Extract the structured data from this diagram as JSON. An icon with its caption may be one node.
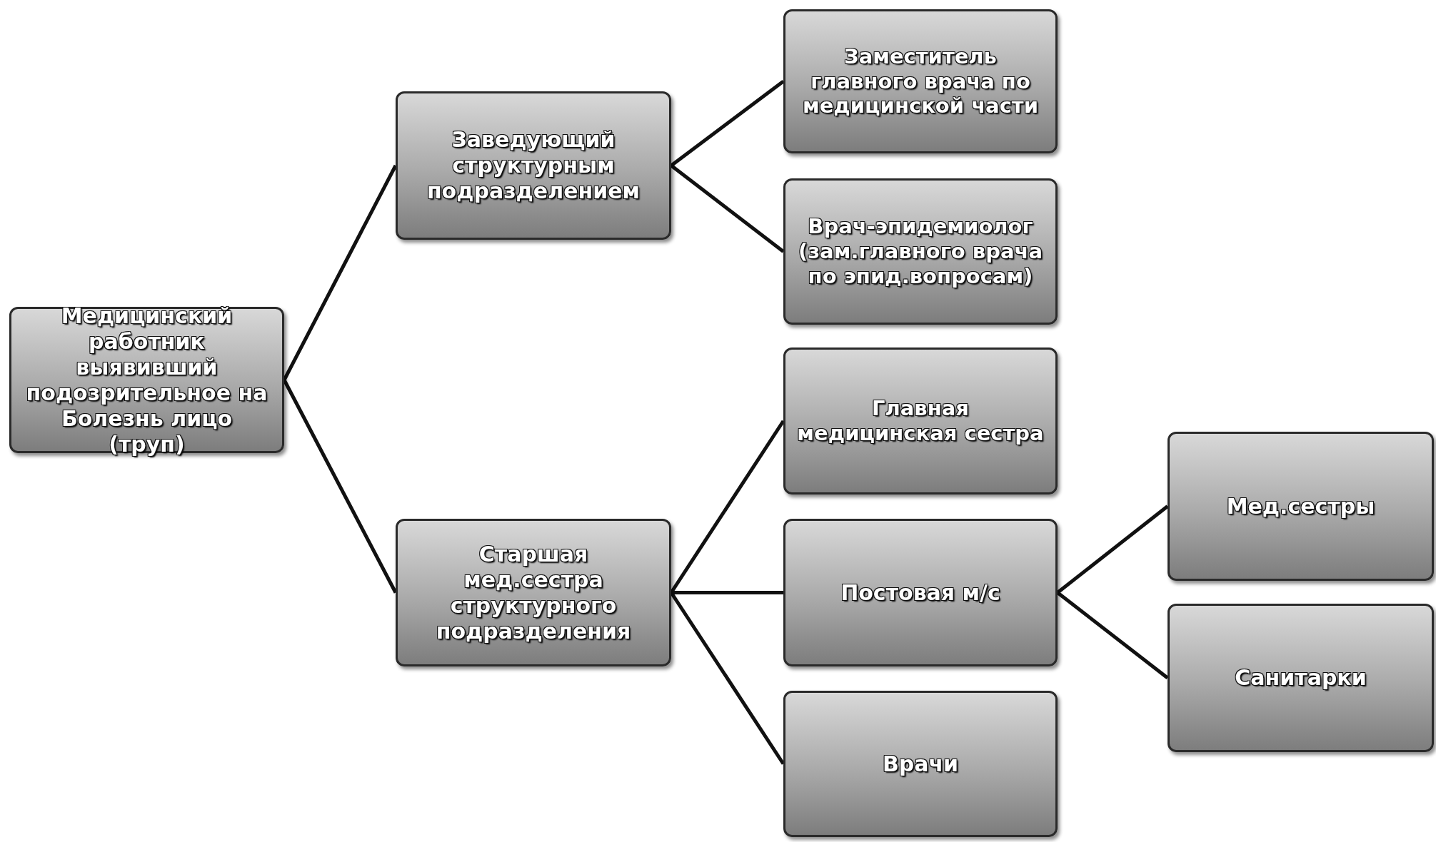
{
  "diagram": {
    "nodes": [
      {
        "text": [
          "Медицинский работник выявивший подозрительное на Болезнь лицо (труп)"
        ]
      },
      {
        "text": [
          "Заведующий структурным подразделением"
        ]
      },
      {
        "text": [
          "Старшая мед.сестра структурного подразделения"
        ]
      },
      {
        "text": [
          "Заместитель главного врача по медицинской части"
        ]
      },
      {
        "text": [
          "Врач-эпидемиолог (зам.главного врача по эпид.вопросам)"
        ]
      },
      {
        "text": [
          "Главная медицинская сестра"
        ]
      },
      {
        "text": [
          "Постовая м/с"
        ]
      },
      {
        "text": [
          "Врачи"
        ]
      },
      {
        "text": [
          "Мед.сестры"
        ]
      },
      {
        "text": [
          "Санитарки"
        ]
      }
    ],
    "edges": [
      {
        "from": 0,
        "to": 1,
        "arrow": "none"
      },
      {
        "from": 0,
        "to": 2,
        "arrow": "none"
      },
      {
        "from": 1,
        "to": 3,
        "arrow": "none"
      },
      {
        "from": 1,
        "to": 4,
        "arrow": "none"
      },
      {
        "from": 2,
        "to": 5,
        "arrow": "none"
      },
      {
        "from": 2,
        "to": 6,
        "arrow": "none"
      },
      {
        "from": 2,
        "to": 7,
        "arrow": "none"
      },
      {
        "from": 6,
        "to": 8,
        "arrow": "none"
      },
      {
        "from": 6,
        "to": 9,
        "arrow": "none"
      }
    ]
  }
}
